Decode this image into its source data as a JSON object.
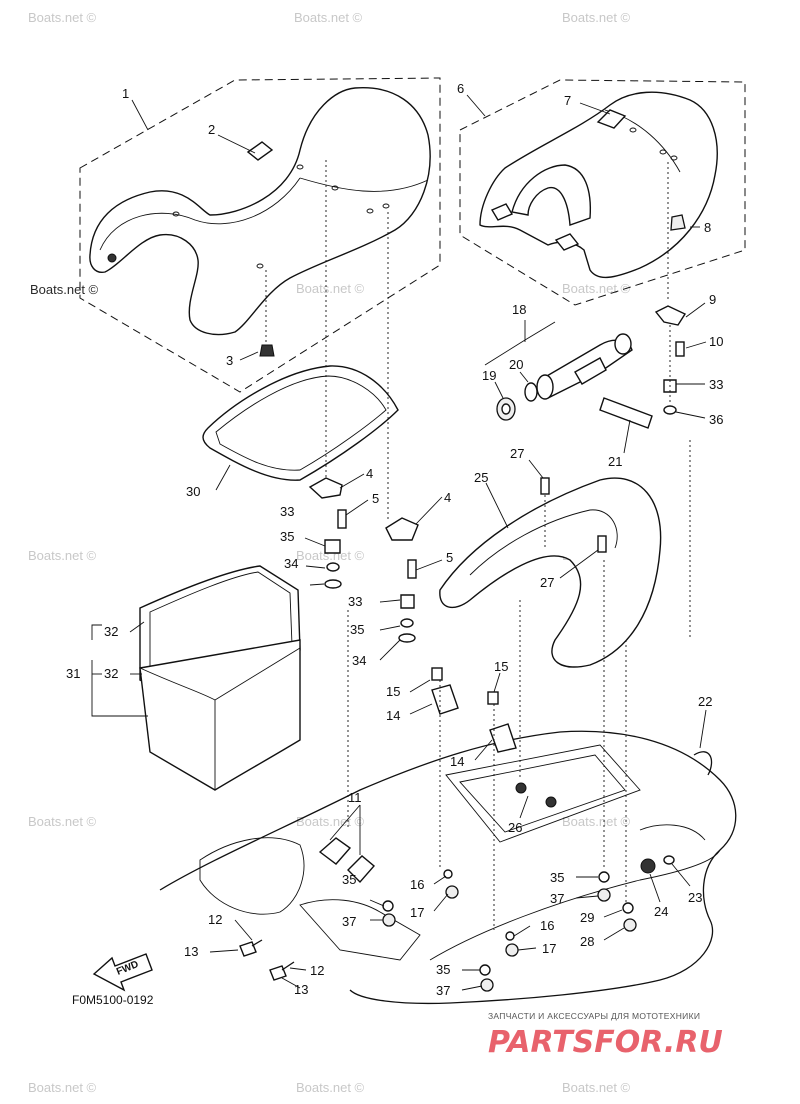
{
  "diagram_code": "F0M5100-0192",
  "fwd_label": "FWD",
  "watermarks": {
    "boats": "Boats.net ©"
  },
  "parts_for": {
    "subtitle": "ЗАПЧАСТИ И АКСЕССУАРЫ ДЛЯ МОТОТЕХНИКИ",
    "logo": "PARTSFOR.RU"
  },
  "callouts": {
    "c1": "1",
    "c2": "2",
    "c3": "3",
    "c4a": "4",
    "c4b": "4",
    "c5a": "5",
    "c5b": "5",
    "c6": "6",
    "c7": "7",
    "c8": "8",
    "c9": "9",
    "c10": "10",
    "c11": "11",
    "c12a": "12",
    "c12b": "12",
    "c13a": "13",
    "c13b": "13",
    "c14a": "14",
    "c14b": "14",
    "c15a": "15",
    "c15b": "15",
    "c16a": "16",
    "c16b": "16",
    "c17a": "17",
    "c17b": "17",
    "c18": "18",
    "c19": "19",
    "c20": "20",
    "c21": "21",
    "c22": "22",
    "c23": "23",
    "c24": "24",
    "c25": "25",
    "c26": "26",
    "c27a": "27",
    "c27b": "27",
    "c28": "28",
    "c29": "29",
    "c30": "30",
    "c31": "31",
    "c32a": "32",
    "c32b": "32",
    "c33a": "33",
    "c33b": "33",
    "c33c": "33",
    "c34a": "34",
    "c34b": "34",
    "c35a": "35",
    "c35b": "35",
    "c35c": "35",
    "c35d": "35",
    "c35e": "35",
    "c36": "36",
    "c37a": "37",
    "c37b": "37",
    "c37c": "37"
  }
}
